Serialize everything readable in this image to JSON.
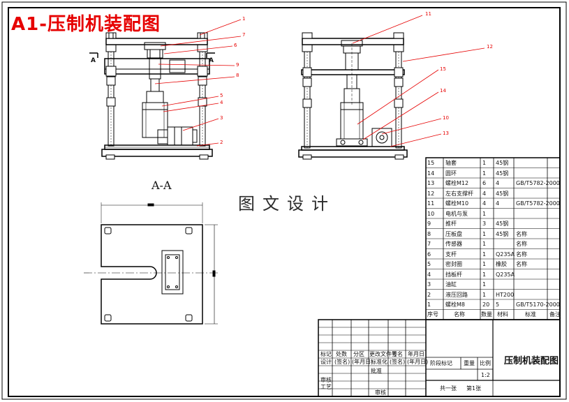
{
  "title": "A1-压制机装配图",
  "watermark": "图文设计",
  "section_view_label": "A-A",
  "section_marks": [
    "A",
    "A"
  ],
  "callouts_front": [
    "1",
    "7",
    "6",
    "9",
    "8",
    "5",
    "4",
    "3",
    "2"
  ],
  "callouts_side": [
    "11",
    "12",
    "15",
    "14",
    "10",
    "13"
  ],
  "bom_header": [
    "序号",
    "名称",
    "数量",
    "材料",
    "标准",
    "备注"
  ],
  "bom_rows": [
    {
      "no": "15",
      "name": "轴套",
      "qty": "1",
      "material": "45钢",
      "standard": ""
    },
    {
      "no": "14",
      "name": "圆环",
      "qty": "1",
      "material": "45钢",
      "standard": ""
    },
    {
      "no": "13",
      "name": "螺栓M12",
      "qty": "6",
      "material": "4",
      "standard": "GB/T5782-2000"
    },
    {
      "no": "12",
      "name": "左右支撑杆",
      "qty": "4",
      "material": "45钢",
      "standard": ""
    },
    {
      "no": "11",
      "name": "螺栓M10",
      "qty": "4",
      "material": "4",
      "standard": "GB/T5782-2000"
    },
    {
      "no": "10",
      "name": "电机与泵",
      "qty": "1",
      "material": "",
      "standard": ""
    },
    {
      "no": "9",
      "name": "推杆",
      "qty": "3",
      "material": "45钢",
      "standard": ""
    },
    {
      "no": "8",
      "name": "压板盘",
      "qty": "1",
      "material": "45钢",
      "standard": "名称"
    },
    {
      "no": "7",
      "name": "传感器",
      "qty": "1",
      "material": "",
      "standard": "名称"
    },
    {
      "no": "6",
      "name": "支杆",
      "qty": "1",
      "material": "Q235A",
      "standard": "名称"
    },
    {
      "no": "5",
      "name": "密封圈",
      "qty": "1",
      "material": "橡胶",
      "standard": "名称"
    },
    {
      "no": "4",
      "name": "挡板杆",
      "qty": "1",
      "material": "Q235A",
      "standard": ""
    },
    {
      "no": "3",
      "name": "油缸",
      "qty": "1",
      "material": "",
      "standard": ""
    },
    {
      "no": "2",
      "name": "液压回路",
      "qty": "1",
      "material": "HT200",
      "standard": ""
    },
    {
      "no": "1",
      "name": "螺栓M8",
      "qty": "20",
      "material": "5",
      "standard": "GB/T5170-2000"
    }
  ],
  "title_block": {
    "drawing_name": "压制机装配图",
    "stage_mark": "阶段标记",
    "weight": "重量",
    "scale_label": "比例",
    "scale_value": "1:2",
    "sheet_total": "共一张",
    "sheet_no": "第1张",
    "sig_row1": [
      "标记",
      "处数",
      "分区",
      "更改文件号",
      "签名",
      "年月日"
    ],
    "sig_row2": [
      "设计",
      "(签名)",
      "(年月日)",
      "标准化",
      "(签名)",
      "(年月日)"
    ],
    "review": "审核",
    "process": "工艺",
    "approve": "批准",
    "approved_by": "审核"
  }
}
